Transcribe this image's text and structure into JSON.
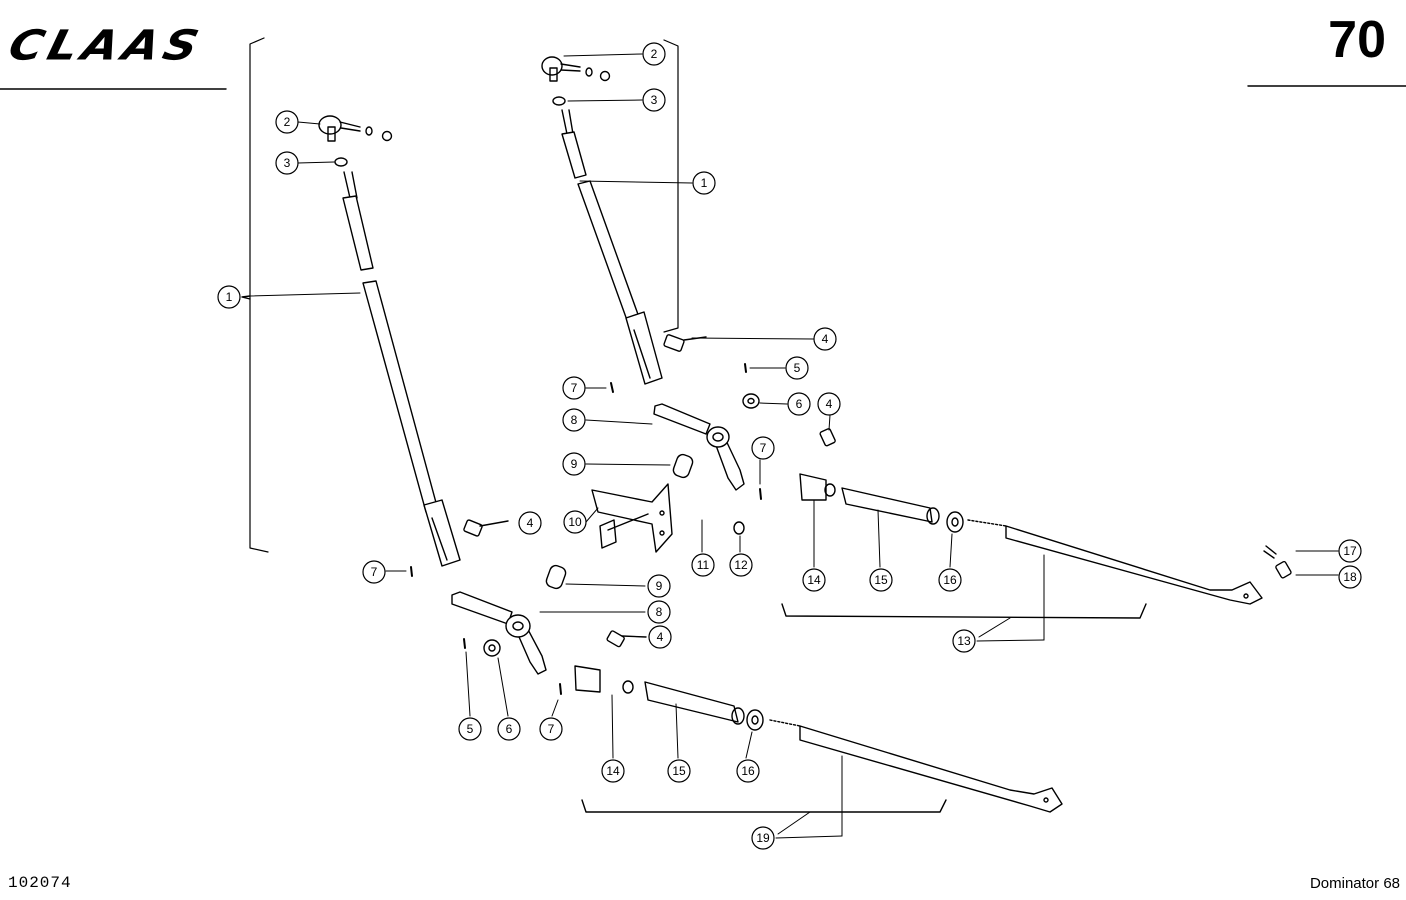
{
  "header": {
    "brand": "CLAAS",
    "page_number": "70"
  },
  "footer": {
    "doc_number": "102074",
    "model": "Dominator 68"
  },
  "callouts": [
    {
      "id": "c1a",
      "label": "1"
    },
    {
      "id": "c2a",
      "label": "2"
    },
    {
      "id": "c3a",
      "label": "3"
    },
    {
      "id": "c2b",
      "label": "2"
    },
    {
      "id": "c3b",
      "label": "3"
    },
    {
      "id": "c1b",
      "label": "1"
    },
    {
      "id": "c4a",
      "label": "4"
    },
    {
      "id": "c5a",
      "label": "5"
    },
    {
      "id": "c7a",
      "label": "7"
    },
    {
      "id": "c6a",
      "label": "6"
    },
    {
      "id": "c4b",
      "label": "4"
    },
    {
      "id": "c8a",
      "label": "8"
    },
    {
      "id": "c9a",
      "label": "9"
    },
    {
      "id": "c7b",
      "label": "7"
    },
    {
      "id": "c10",
      "label": "10"
    },
    {
      "id": "c4c",
      "label": "4"
    },
    {
      "id": "c11",
      "label": "11"
    },
    {
      "id": "c12",
      "label": "12"
    },
    {
      "id": "c14a",
      "label": "14"
    },
    {
      "id": "c15a",
      "label": "15"
    },
    {
      "id": "c16a",
      "label": "16"
    },
    {
      "id": "c17",
      "label": "17"
    },
    {
      "id": "c18",
      "label": "18"
    },
    {
      "id": "c13",
      "label": "13"
    },
    {
      "id": "c7c",
      "label": "7"
    },
    {
      "id": "c9b",
      "label": "9"
    },
    {
      "id": "c8b",
      "label": "8"
    },
    {
      "id": "c4d",
      "label": "4"
    },
    {
      "id": "c5b",
      "label": "5"
    },
    {
      "id": "c6b",
      "label": "6"
    },
    {
      "id": "c7d",
      "label": "7"
    },
    {
      "id": "c14b",
      "label": "14"
    },
    {
      "id": "c15b",
      "label": "15"
    },
    {
      "id": "c16b",
      "label": "16"
    },
    {
      "id": "c19",
      "label": "19"
    }
  ]
}
